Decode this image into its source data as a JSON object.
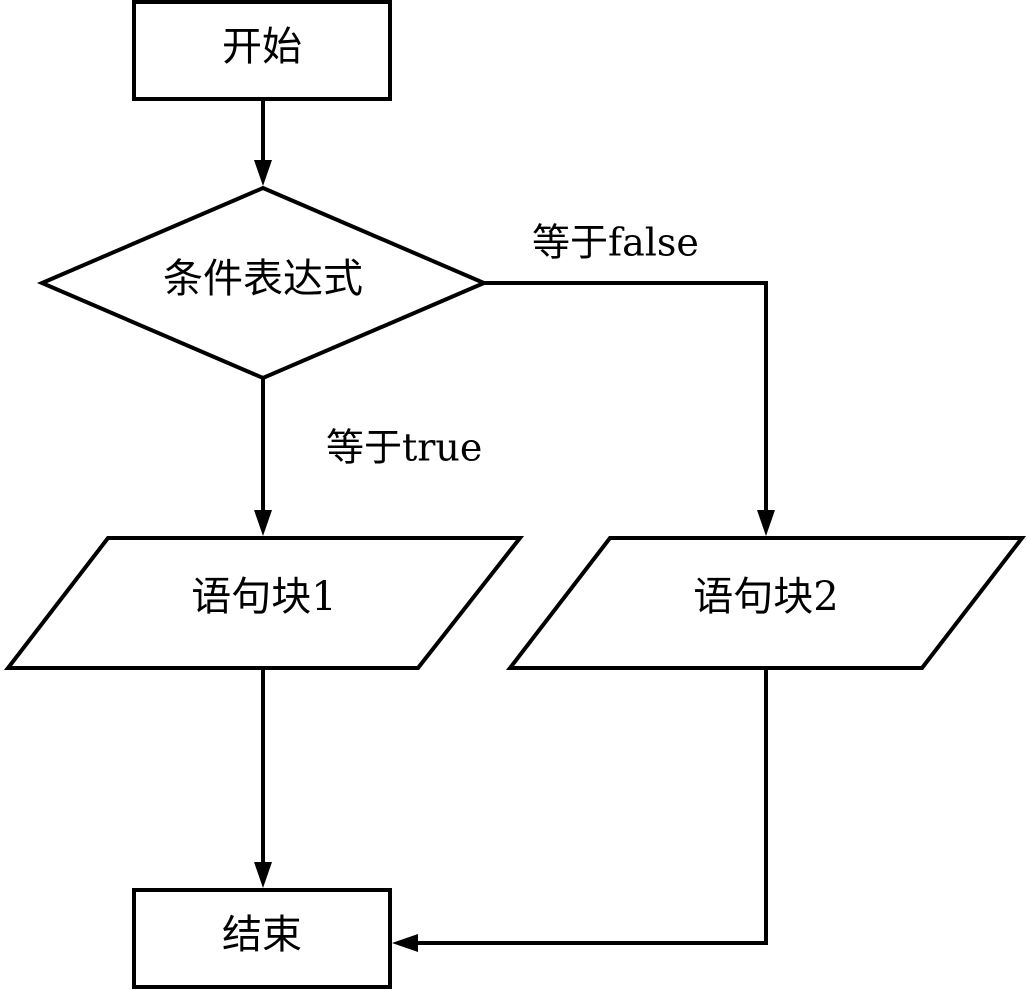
{
  "nodes": {
    "start": {
      "label": "开始"
    },
    "condition": {
      "label": "条件表达式"
    },
    "block1": {
      "label": "语句块1"
    },
    "block2": {
      "label": "语句块2"
    },
    "end": {
      "label": "结束"
    }
  },
  "edges": {
    "true_branch": {
      "label": "等于true"
    },
    "false_branch": {
      "label": "等于false"
    }
  }
}
